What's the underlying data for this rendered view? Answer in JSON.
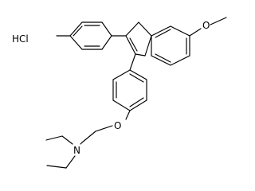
{
  "salt_label": "HCl",
  "atoms": {
    "methoxy_oxygen": "O",
    "ether_oxygen": "O",
    "amine_nitrogen": "N"
  },
  "colors": {
    "bond": "#000000",
    "text": "#000000",
    "background": "#ffffff"
  }
}
